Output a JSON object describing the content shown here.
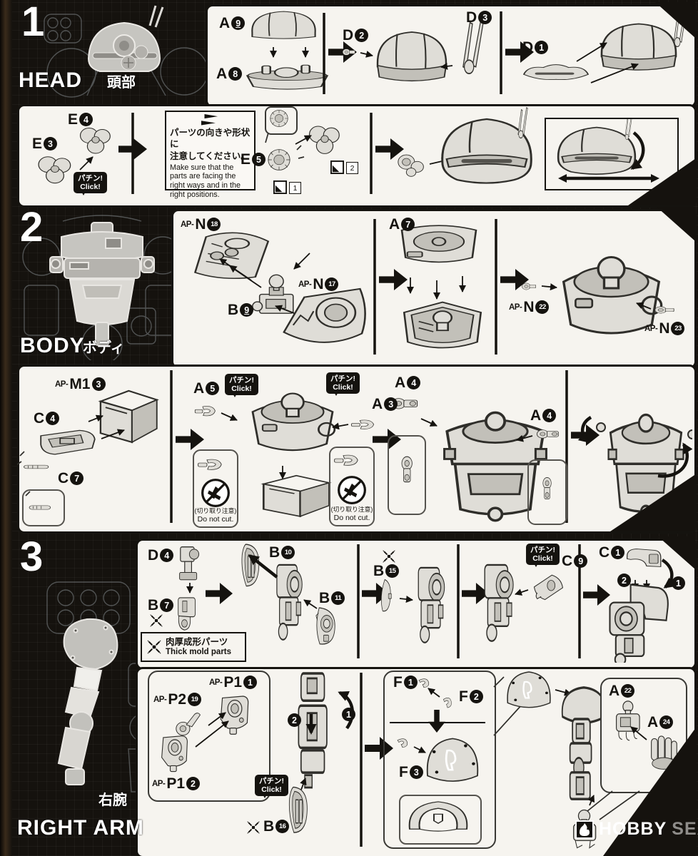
{
  "sections": [
    {
      "num": "1",
      "en": "HEAD",
      "jp": "頭部"
    },
    {
      "num": "2",
      "en": "BODY",
      "jp": "ボディ"
    },
    {
      "num": "3",
      "en": "RIGHT ARM",
      "jp": "右腕"
    }
  ],
  "badge": {
    "jp": "パチン!",
    "en": "Click!"
  },
  "caution": {
    "jp1": "パーツの向きや形状に",
    "jp2": "注意してください。",
    "en1": "Make sure that the",
    "en2": "parts are facing the",
    "en3": "right ways and in the",
    "en4": "right positions."
  },
  "no_cut": {
    "jp": "(切り取り注意)",
    "en": "Do not cut."
  },
  "thick_mold": {
    "jp": "肉厚成形パーツ",
    "en": "Thick mold parts"
  },
  "flags": {
    "f1": "1",
    "f2": "2"
  },
  "steps": {
    "s1": "1",
    "s2": "2"
  },
  "watermark": {
    "h": "HOBBY",
    "s": "SEARCH"
  },
  "parts": {
    "A9": {
      "letter": "A",
      "num": "9"
    },
    "A8": {
      "letter": "A",
      "num": "8"
    },
    "D2": {
      "letter": "D",
      "num": "2"
    },
    "D3": {
      "letter": "D",
      "num": "3"
    },
    "D1": {
      "letter": "D",
      "num": "1"
    },
    "E3": {
      "letter": "E",
      "num": "3"
    },
    "E4": {
      "letter": "E",
      "num": "4"
    },
    "E5": {
      "letter": "E",
      "num": "5"
    },
    "APN18": {
      "ap": "AP-",
      "letter": "N",
      "num": "18"
    },
    "APN17": {
      "ap": "AP-",
      "letter": "N",
      "num": "17"
    },
    "B9": {
      "letter": "B",
      "num": "9"
    },
    "A7": {
      "letter": "A",
      "num": "7"
    },
    "APN22": {
      "ap": "AP-",
      "letter": "N",
      "num": "22"
    },
    "APN23": {
      "ap": "AP-",
      "letter": "N",
      "num": "23"
    },
    "APM13": {
      "ap": "AP-",
      "letter": "M1",
      "num": "3"
    },
    "C4": {
      "letter": "C",
      "num": "4"
    },
    "C7": {
      "letter": "C",
      "num": "7"
    },
    "A5": {
      "letter": "A",
      "num": "5"
    },
    "A3": {
      "letter": "A",
      "num": "3"
    },
    "A4": {
      "letter": "A",
      "num": "4"
    },
    "D4": {
      "letter": "D",
      "num": "4"
    },
    "B7": {
      "letter": "B",
      "num": "7"
    },
    "B10": {
      "letter": "B",
      "num": "10"
    },
    "B11": {
      "letter": "B",
      "num": "11"
    },
    "B15": {
      "letter": "B",
      "num": "15"
    },
    "C9": {
      "letter": "C",
      "num": "9"
    },
    "C1": {
      "letter": "C",
      "num": "1"
    },
    "APP219": {
      "ap": "AP-",
      "letter": "P2",
      "num": "19"
    },
    "APP11": {
      "ap": "AP-",
      "letter": "P1",
      "num": "1"
    },
    "APP12": {
      "ap": "AP-",
      "letter": "P1",
      "num": "2"
    },
    "F1": {
      "letter": "F",
      "num": "1"
    },
    "F2": {
      "letter": "F",
      "num": "2"
    },
    "F3": {
      "letter": "F",
      "num": "3"
    },
    "A22": {
      "letter": "A",
      "num": "22"
    },
    "A24": {
      "letter": "A",
      "num": "24"
    },
    "B16": {
      "letter": "B",
      "num": "16"
    }
  }
}
